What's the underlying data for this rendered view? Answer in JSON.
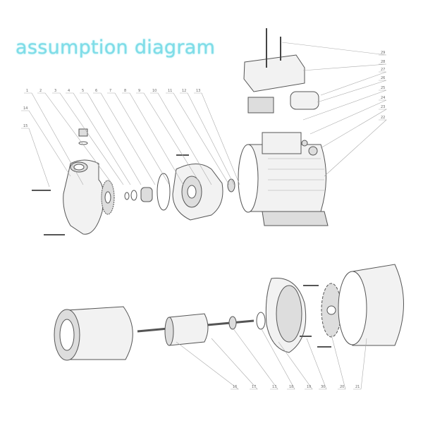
{
  "title": "assumption diagram",
  "labels": {
    "top": [
      "1",
      "2",
      "3",
      "4",
      "5",
      "6",
      "7",
      "8",
      "9",
      "10",
      "11",
      "12",
      "13"
    ],
    "left": [
      "14",
      "15"
    ],
    "right": [
      "29",
      "28",
      "27",
      "26",
      "25",
      "24",
      "23",
      "22"
    ],
    "bottom": [
      "16",
      "17",
      "13",
      "18",
      "19",
      "30",
      "20",
      "21"
    ]
  }
}
